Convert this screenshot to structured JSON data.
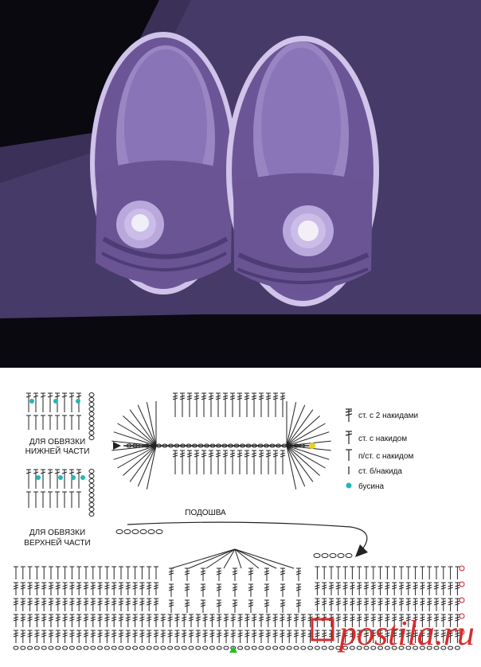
{
  "photo": {
    "subject": "crocheted baby booties with flower and button",
    "colors": {
      "background": "#0c0a12",
      "felt": "#4a3a6e",
      "yarn_main": "#7a62a8",
      "yarn_light": "#b9a6dc",
      "flower": "#c0b0e0",
      "button": "#f2f0f6"
    }
  },
  "diagram": {
    "trim_lower_label": [
      "ДЛЯ ОБВЯЗКИ",
      "НИЖНЕЙ ЧАСТИ"
    ],
    "trim_upper_label": [
      "ДЛЯ ОБВЯЗКИ",
      "ВЕРХНЕЙ ЧАСТИ"
    ],
    "sole_label": "ПОДОШВА",
    "legend": [
      {
        "symbol": "dc2",
        "label": "ст. с 2 накидами"
      },
      {
        "symbol": "dc",
        "label": "ст. с накидом"
      },
      {
        "symbol": "hdc",
        "label": "п/ст. с накидом"
      },
      {
        "symbol": "sc",
        "label": "ст. б/накида"
      },
      {
        "symbol": "bead",
        "label": "бусина"
      }
    ],
    "colors": {
      "ink": "#222222",
      "bead": "#28b4b4",
      "accent_red": "#d42020",
      "yellow": "#e8d020",
      "green": "#20c020"
    }
  },
  "watermark": "postila.ru"
}
